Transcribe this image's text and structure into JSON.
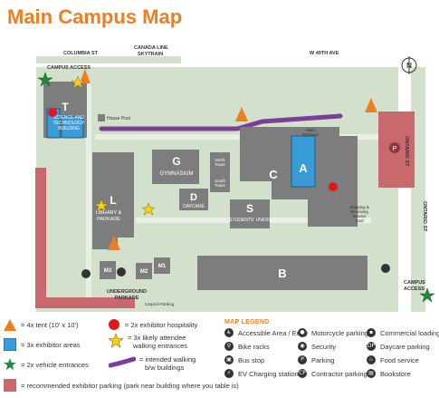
{
  "title": "Main Campus Map",
  "streets": {
    "columbia": "COLUMBIA ST",
    "canada_line": "CANADA LINE",
    "skytrain": "SKYTRAIN",
    "w49": "W 49TH AVE",
    "ontario": "ONTARIO ST",
    "ontario2": "ONTARIO ST"
  },
  "compass": "N",
  "map_labels": {
    "campus_access_top": "CAMPUS ACCESS",
    "campus_access_bottom_1": "CAMPUS",
    "campus_access_bottom_2": "ACCESS",
    "building_t_letter": "T",
    "building_t_name_1": "SCIENCE AND",
    "building_t_name_2": "TECHNOLOGY",
    "building_t_name_3": "BUILDING",
    "house_post": "House Post",
    "gymnasium_letter": "G",
    "gymnasium": "GYMNASIUM",
    "north_tower_1": "North",
    "north_tower_2": "Tower",
    "south_tower_1": "South",
    "south_tower_2": "Tower",
    "daycare_letter": "D",
    "daycare": "DAYCARE",
    "students_union_letter": "S",
    "students_union": "STUDENTS' UNION",
    "library_letter": "L",
    "library_1": "LIBRARY &",
    "library_2": "PARKADE",
    "a_letter": "A",
    "c_letter": "C",
    "b_letter": "B",
    "main_entrance_1": "Main",
    "main_entrance_2": "Entrance",
    "shipping_1": "Shipping &",
    "shipping_2": "Receiving",
    "shipping_3": "Service",
    "shipping_4": "Yard",
    "m1": "M1",
    "m2": "M2",
    "m3": "M3",
    "underground_1": "UNDERGROUND",
    "underground_2": "PARKADE",
    "carpool": "Carpool Parking",
    "parking_p": "P"
  },
  "legend": {
    "tent": "= 4x tent (10' x 10')",
    "exhibitor_areas": "= 3x exhibitor areas",
    "vehicle_entrances": "= 2x vehicle entrances",
    "hospitality": "= 2x exhibitor hospitality",
    "walking_entrances_1": "= 3x likely attendee",
    "walking_entrances_2": "walking entrances",
    "walking_buildings_1": "= intended walking",
    "walking_buildings_2": "b/w buildings",
    "parking": "= recommended exhibitor parking (park near building where you table is)"
  },
  "map_legend": {
    "heading": "MAP LEGEND",
    "items": [
      "Accessible Area / Entry",
      "Bike racks",
      "Bus stop",
      "EV Charging station",
      "Motorcycle parking",
      "Security",
      "Parking",
      "Contractor parking",
      "Commercial loading",
      "Daycare parking",
      "Food service",
      "Bookstore"
    ]
  },
  "colors": {
    "orange": "#ef7d22",
    "red": "#e3161c",
    "blue": "#3a9bd9",
    "green": "#1f8a3b",
    "yellow": "#f7d117",
    "purple": "#7b3f98",
    "parking": "#c9696e",
    "building": "#7d7d7d",
    "ground": "#c9d9c0",
    "road": "#ffffff"
  }
}
